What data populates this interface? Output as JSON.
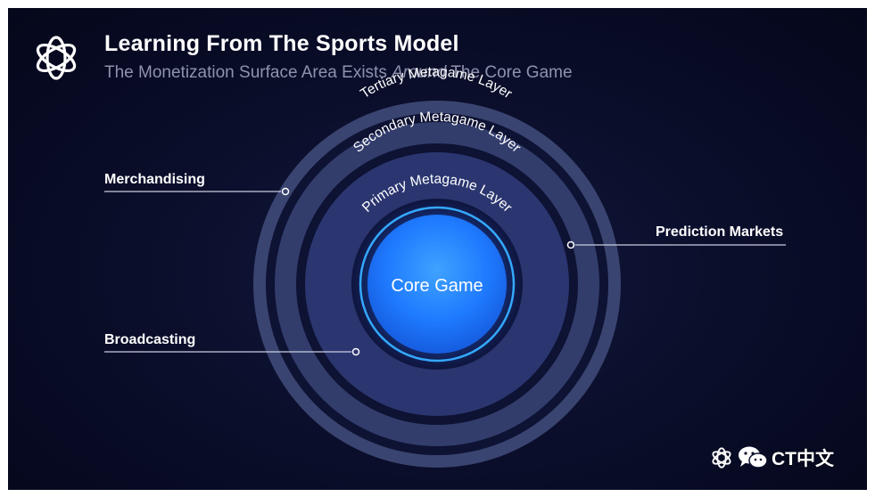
{
  "header": {
    "title": "Learning From The Sports Model",
    "subtitle_before": "The Monetization Surface Area Exists ",
    "subtitle_emphasis": "Around",
    "subtitle_after": " The Core Game"
  },
  "diagram": {
    "center_label": "Core Game",
    "layers": [
      {
        "name": "Primary Metagame Layer"
      },
      {
        "name": "Secondary Metagame Layer"
      },
      {
        "name": "Tertiary Metagame Layer"
      }
    ],
    "callouts": {
      "merchandising": "Merchandising",
      "broadcasting": "Broadcasting",
      "prediction_markets": "Prediction Markets"
    }
  },
  "colors": {
    "background": "#0b0f2c",
    "core_fill": "#1f7bff",
    "core_ring": "#34a8ff",
    "layer_primary": "#2b3670",
    "layer_secondary": "#323d6c",
    "layer_tertiary": "#3a4470",
    "text_primary": "#ffffff",
    "text_secondary": "#8e93ad"
  },
  "watermark": {
    "text": "CT中文",
    "icon": "wechat-icon"
  },
  "logo": {
    "icon": "flower-knot-logo-icon"
  }
}
